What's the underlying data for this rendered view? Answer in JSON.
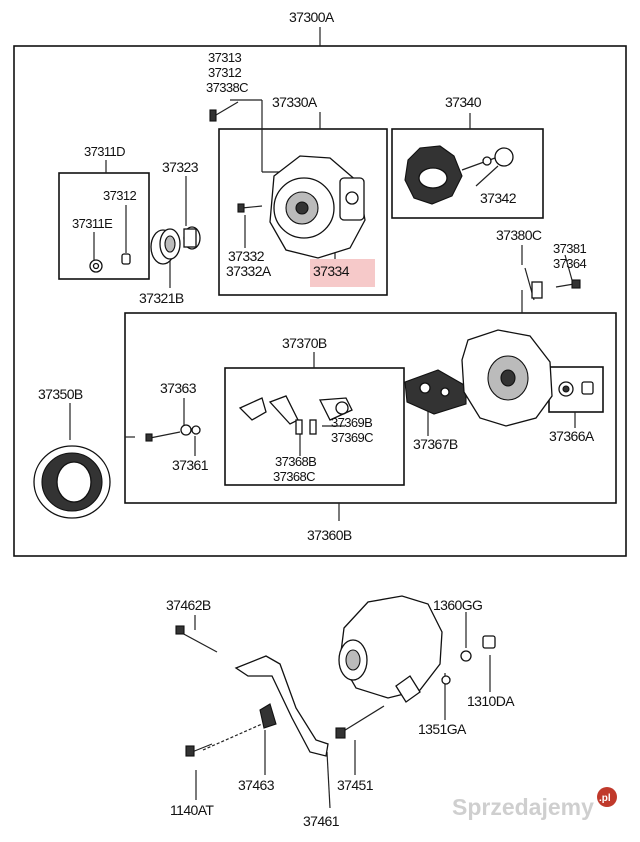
{
  "highlight_color": "#f6c9c9",
  "watermark": {
    "text": "Sprzedajemy",
    "suffix": ".pl",
    "badge_color": "#c0392b"
  },
  "labels": {
    "p37300A": "37300A",
    "p37313": "37313",
    "p37312a": "37312",
    "p37338C": "37338C",
    "p37330A": "37330A",
    "p37340": "37340",
    "p37311D": "37311D",
    "p37323": "37323",
    "p37312b": "37312",
    "p37311E": "37311E",
    "p37332": "37332",
    "p37332A": "37332A",
    "p37334": "37334",
    "p37342": "37342",
    "p37321B": "37321B",
    "p37380C": "37380C",
    "p37381": "37381",
    "p37364": "37364",
    "p37370B": "37370B",
    "p37350B": "37350B",
    "p37363": "37363",
    "p37369B": "37369B",
    "p37369C": "37369C",
    "p37367B": "37367B",
    "p37366A": "37366A",
    "p37361": "37361",
    "p37368B": "37368B",
    "p37368C": "37368C",
    "p37360B": "37360B",
    "p37462B": "37462B",
    "p1360GG": "1360GG",
    "p1310DA": "1310DA",
    "p1351GA": "1351GA",
    "p37463": "37463",
    "p37451": "37451",
    "p1140AT": "1140AT",
    "p37461": "37461"
  }
}
